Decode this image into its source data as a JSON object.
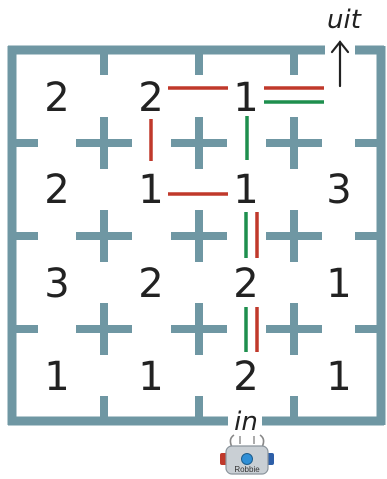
{
  "colors": {
    "wall": "#6f97a3",
    "path_red": "#c0392b",
    "path_green": "#1e8f4e",
    "text": "#222222"
  },
  "labels": {
    "exit": "uit",
    "entry": "in",
    "robot": "Robbie"
  },
  "grid": {
    "rows": 4,
    "cols": 4,
    "numbers": [
      [
        "2",
        "2",
        "1",
        ""
      ],
      [
        "2",
        "1",
        "1",
        "3"
      ],
      [
        "3",
        "2",
        "2",
        "1"
      ],
      [
        "1",
        "1",
        "2",
        "1"
      ]
    ]
  },
  "icons": {
    "exit_arrow": "arrow-up-icon",
    "robot": "robot-icon"
  }
}
